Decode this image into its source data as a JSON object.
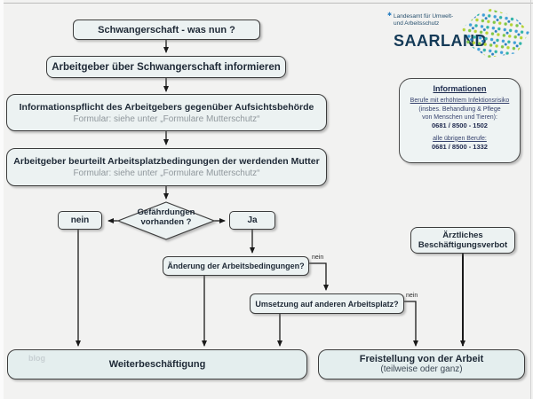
{
  "page": {
    "watermark": "blog"
  },
  "logo": {
    "agency_line1": "Landesamt für Umwelt-",
    "agency_line2": "und Arbeitsschutz",
    "state": "SAARLAND",
    "star": "✱"
  },
  "info_box": {
    "title": "Informationen",
    "risk_label": "Berufe mit erhöhtem Infektionsrisiko",
    "risk_note1": "(insbes. Behandlung & Pflege",
    "risk_note2": "von Menschen und Tieren):",
    "risk_phone": "0681 / 8500 - 1502",
    "other_label": "alle übrigen Berufe:",
    "other_phone": "0681 / 8500 - 1332"
  },
  "flow": {
    "start": "Schwangerschaft - was nun ?",
    "inform": "Arbeitgeber über Schwangerschaft informieren",
    "duty_title": "Informationspflicht des Arbeitgebers gegenüber Aufsichtsbehörde",
    "duty_sub": "Formular:  siehe unter „Formulare Mutterschutz“",
    "assess_title": "Arbeitgeber beurteilt Arbeitsplatzbedingungen der werdenden Mutter",
    "assess_sub": "Formular:  siehe unter „Formulare Mutterschutz“",
    "decision_line1": "Gefährdungen",
    "decision_line2": "vorhanden ?",
    "no": "nein",
    "yes": "Ja",
    "change": "Änderung der Arbeitsbedingungen?",
    "change_no": "nein",
    "transfer": "Umsetzung auf anderen Arbeitsplatz?",
    "transfer_no": "nein",
    "ban_line1": "Ärztliches",
    "ban_line2": "Beschäftigungsverbot",
    "continue": "Weiterbeschäftigung",
    "release_title": "Freistellung von der Arbeit",
    "release_sub": "(teilweise oder ganz)"
  },
  "colors": {
    "box_fill": "#ecf2f2",
    "box_border": "#3c3c3c",
    "heading_text": "#1e2936",
    "sub_text": "#8f979c",
    "info_text": "#37436e",
    "saarland_navy": "#143a57"
  }
}
